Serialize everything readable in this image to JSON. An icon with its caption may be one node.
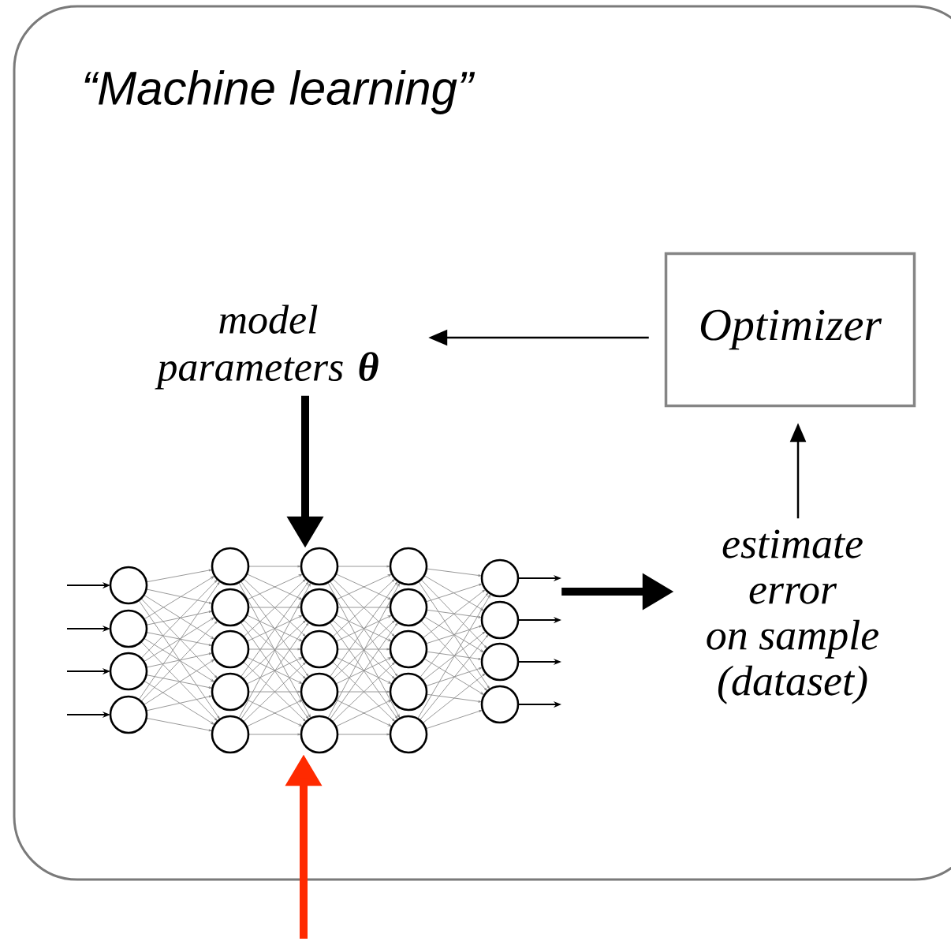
{
  "diagram": {
    "nodes": [
      {
        "text": [
          "“Machine learning”"
        ]
      },
      {
        "text": [
          "model parameters **θ**"
        ],
        "in": 0
      },
      {
        "text": [
          "Optimizer"
        ],
        "in": 0
      },
      {
        "text": [
          "estimate error on sample (dataset)"
        ],
        "in": 0
      },
      {
        "text": [],
        "shape": "picture",
        "in": 0
      }
    ],
    "edges": [
      {
        "from": 2,
        "to": 1,
        "arrow": "to"
      },
      {
        "from": 1,
        "to": 4,
        "arrow": "to"
      },
      {
        "from": 4,
        "to": 3,
        "arrow": "to"
      },
      {
        "from": 3,
        "to": 2,
        "arrow": "to"
      },
      {
        "from": null,
        "to": 4,
        "arrow": "to",
        "color": "#ff2a00"
      }
    ]
  }
}
